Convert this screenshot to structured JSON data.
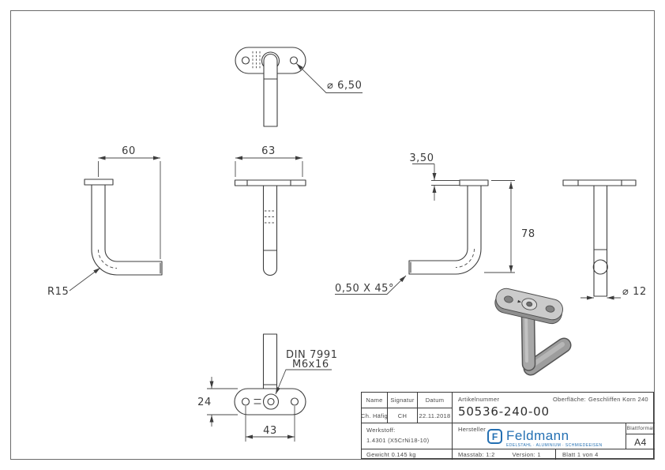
{
  "drawing": {
    "dims": {
      "top_hole": "⌀ 6,50",
      "side_width": "60",
      "bend_radius": "R15",
      "plate_width": "63",
      "plate_thickness": "3,50",
      "height": "78",
      "chamfer": "0,50 X 45°",
      "tube_diameter": "⌀ 12",
      "screw_std": "DIN 7991",
      "screw_size": "M6x16",
      "plate_depth": "24",
      "hole_spacing": "43",
      "symmetry": "="
    }
  },
  "title_block": {
    "col_name": "Name",
    "col_signature": "Signatur",
    "col_date": "Datum",
    "col_article": "Artikelnummer",
    "name": "Ch. Häfig",
    "signature": "CH",
    "date": "22.11.2018",
    "article_number": "50536-240-00",
    "surface_label": "Oberfläche:",
    "surface_value": "Geschliffen Korn 240",
    "material_label": "Werkstoff:",
    "material_value": "1.4301 (X5CrNi18-10)",
    "manufacturer_label": "Hersteller",
    "logo_monogram": "F",
    "logo_text": "Feldmann",
    "logo_tagline": "EDELSTAHL · ALUMINIUM · SCHMIEDEEISEN",
    "weight": "Gewicht 0.145 kg",
    "scale": "Masstab: 1:2",
    "version": "Version: 1",
    "sheet": "Blatt 1 von 4",
    "format_label": "Blattformat",
    "format_value": "A4",
    "accent_color": "#2470b3"
  }
}
